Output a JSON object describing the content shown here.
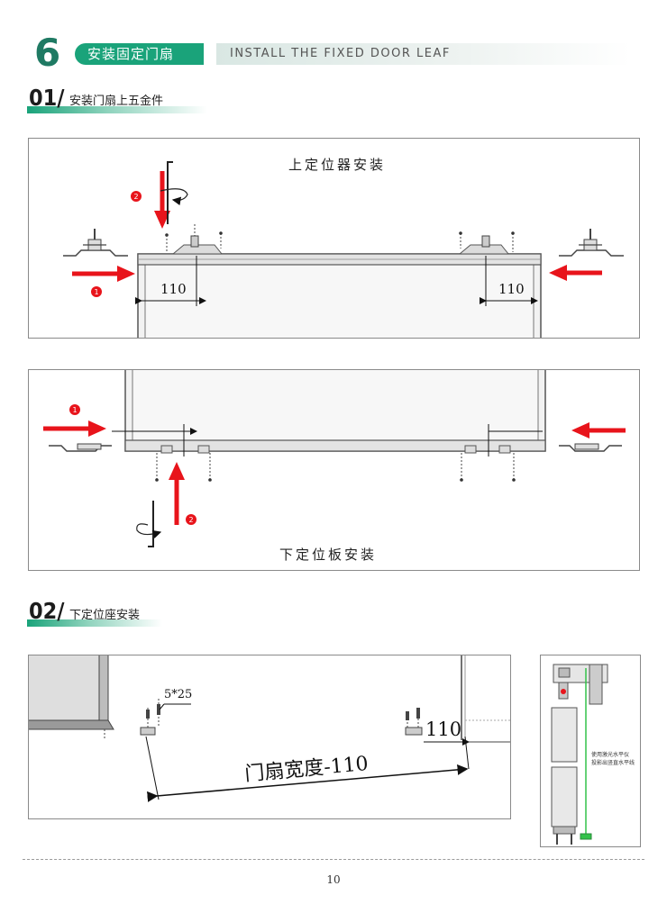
{
  "section": {
    "number": "6",
    "title_cn": "安装固定门扇",
    "title_en": "INSTALL THE FIXED DOOR LEAF"
  },
  "step1": {
    "number": "01/",
    "title": "安装门扇上五金件",
    "top_panel": {
      "caption": "上定位器安装",
      "dim_left": "110",
      "dim_right": "110",
      "badge_1": "1",
      "badge_2": "2"
    },
    "bottom_panel": {
      "caption": "下定位板安装",
      "badge_1": "1",
      "badge_2": "2"
    }
  },
  "step2": {
    "number": "02/",
    "title": "下定位座安装",
    "screw_label": "5*25",
    "dim_right": "110",
    "width_formula": "门扇宽度-110",
    "side_note_line1": "使用激光水平仪",
    "side_note_line2": "投影出竖直水平线"
  },
  "colors": {
    "brand_green": "#1aa37a",
    "dark_green": "#1f7a63",
    "arrow_red": "#e8141b",
    "laser_green": "#33c24a"
  },
  "page_number": "10"
}
